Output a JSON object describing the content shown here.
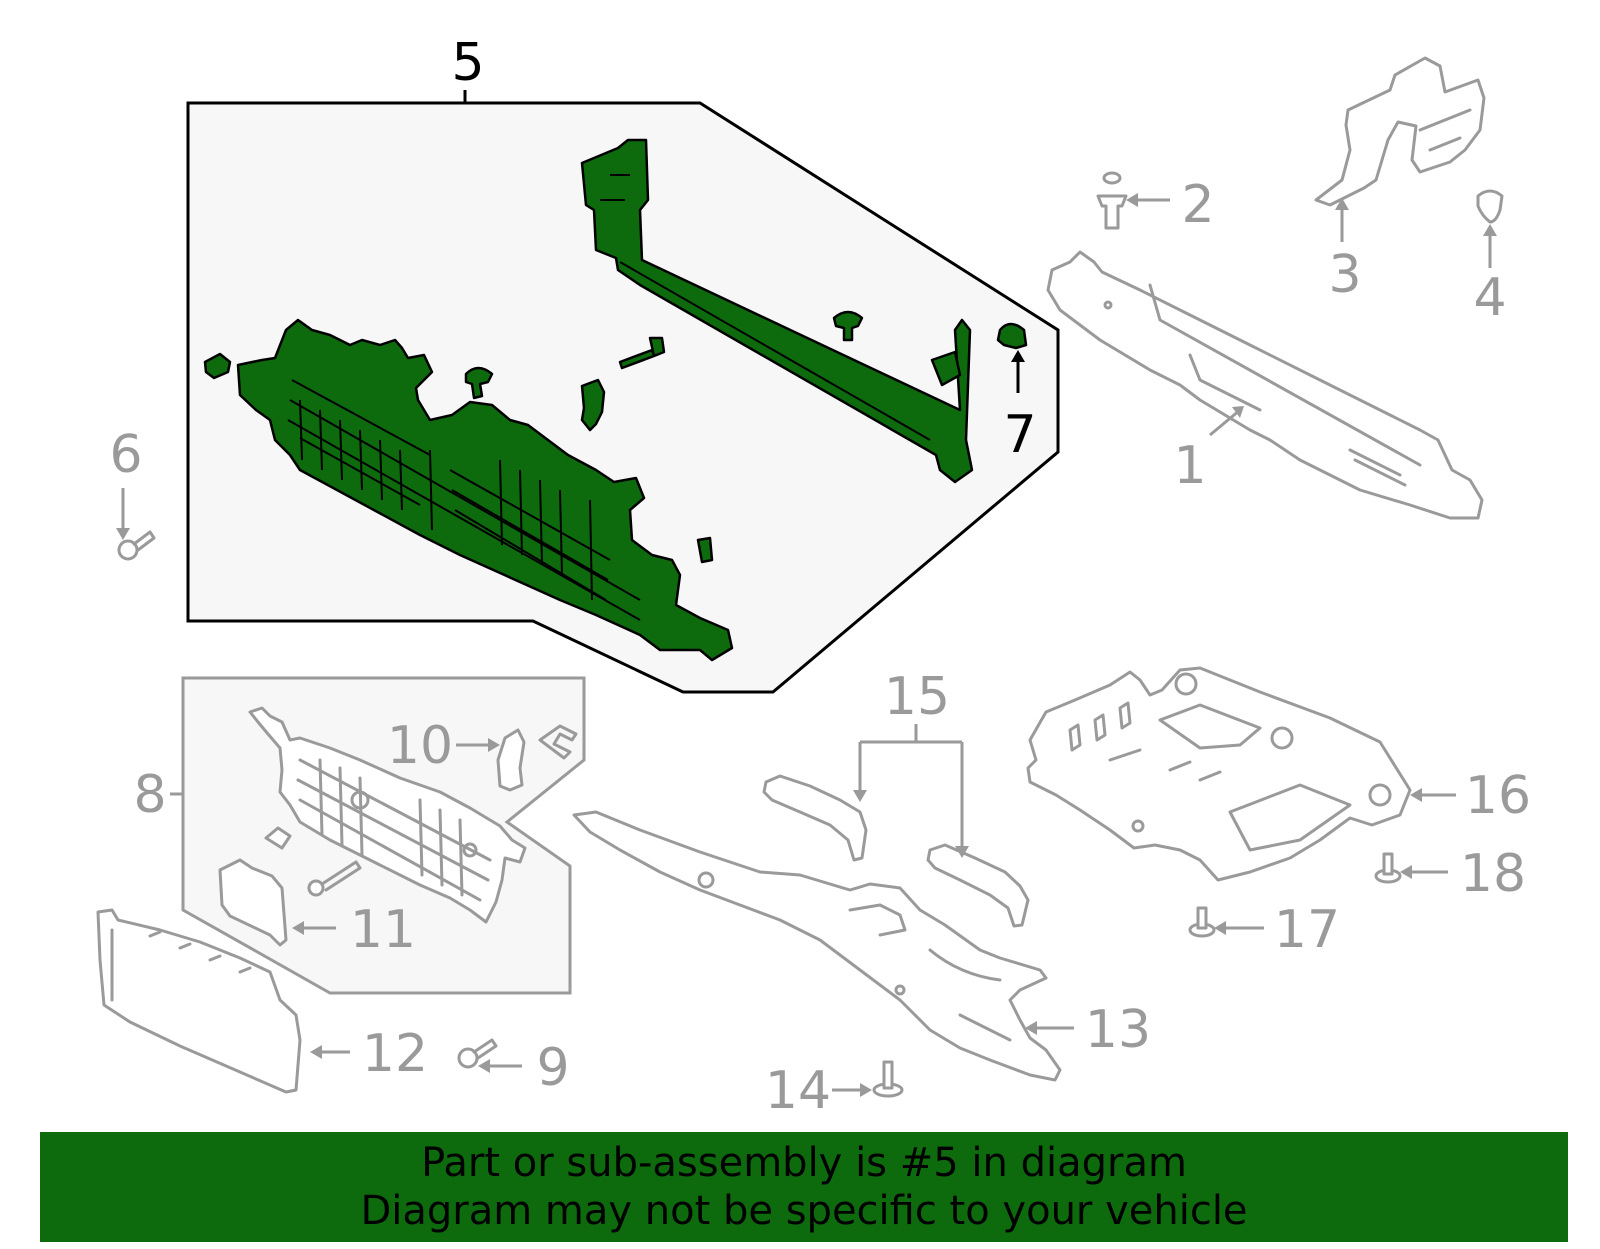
{
  "callouts": {
    "c1": "1",
    "c2": "2",
    "c3": "3",
    "c4": "4",
    "c5": "5",
    "c6": "6",
    "c7": "7",
    "c8": "8",
    "c9": "9",
    "c10": "10",
    "c11": "11",
    "c12": "12",
    "c13": "13",
    "c14": "14",
    "c15": "15",
    "c16": "16",
    "c17": "17",
    "c18": "18"
  },
  "highlighted_part": "5",
  "colors": {
    "highlight": "#0d6b0d",
    "parts": "#9a9a9a",
    "banner": "#0d6b0d"
  },
  "banner": {
    "line1": "Part or sub-assembly is #5 in diagram",
    "line2": "Diagram may not be specific to your vehicle"
  }
}
